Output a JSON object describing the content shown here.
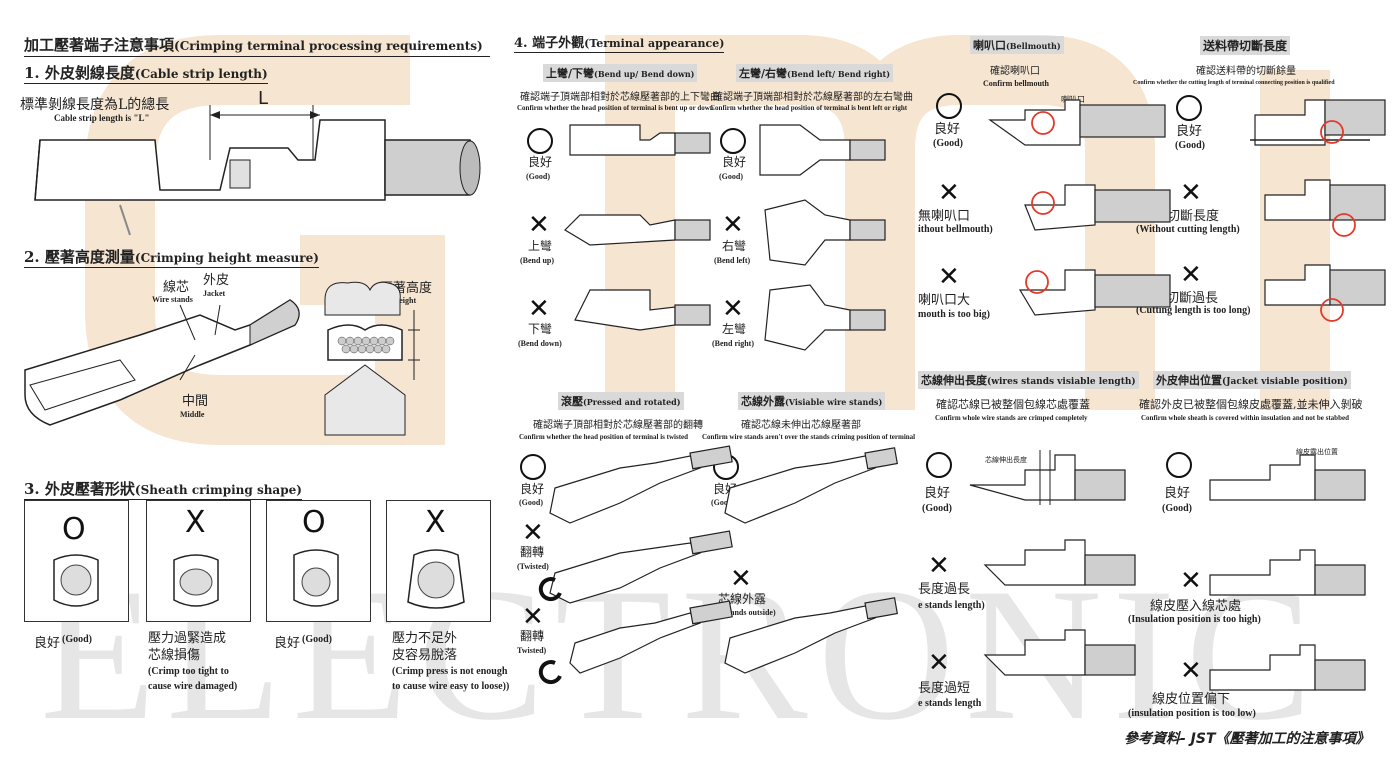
{
  "watermark": {
    "top": "GM",
    "bottom": "ELECTRONIC"
  },
  "main_title": {
    "zh": "加工壓著端子注意事項",
    "en": "(Crimping terminal processing requirements)"
  },
  "s1": {
    "title_zh": "1. 外皮剝線長度",
    "title_en": "(Cable strip length)",
    "desc_zh": "標準剝線長度為L的總長",
    "desc_en": "Cable strip length is \"L\"",
    "dim": "L"
  },
  "s2": {
    "title_zh": "2. 壓著高度測量",
    "title_en": "(Crimping height measure)",
    "wire_zh": "線芯",
    "wire_en": "Wire stands",
    "jacket_zh": "外皮",
    "jacket_en": "Jacket",
    "middle_zh": "中間",
    "middle_en": "Middle",
    "height_zh": "壓著高度",
    "height_en": "Height"
  },
  "s3": {
    "title_zh": "3. 外皮壓著形狀",
    "title_en": "(Sheath crimping shape)",
    "items": [
      {
        "mark": "O",
        "zh": "良好",
        "en": "(Good)",
        "en2": ""
      },
      {
        "mark": "X",
        "zh": "壓力過緊造成\n芯線損傷",
        "en": "(Crimp too tight to",
        "en2": "cause wire damaged)"
      },
      {
        "mark": "O",
        "zh": "良好",
        "en": "(Good)",
        "en2": ""
      },
      {
        "mark": "X",
        "zh": "壓力不足外\n皮容易脫落",
        "en": "(Crimp press is not enough",
        "en2": "to cause wire easy to loose))"
      }
    ]
  },
  "s4": {
    "title_zh": "4. 端子外觀",
    "title_en": "(Terminal appearance)",
    "bend_ud": {
      "bar_zh": "上彎/下彎",
      "bar_en": "(Bend up/ Bend down)",
      "desc_zh": "確認端子頂端部相對於芯線壓著部的上下彎曲",
      "desc_en": "Confirm whether the head position of terminal is bent up or down",
      "items": [
        {
          "zh": "良好",
          "en": "(Good)"
        },
        {
          "zh": "上彎",
          "en": "(Bend up)"
        },
        {
          "zh": "下彎",
          "en": "(Bend down)"
        }
      ]
    },
    "bend_lr": {
      "bar_zh": "左彎/右彎",
      "bar_en": "(Bend left/ Bend right)",
      "desc_zh": "確認端子頂端部相對於芯線壓著部的左右彎曲",
      "desc_en": "Confirm whether the head position of terminal is bent left or right",
      "items": [
        {
          "zh": "良好",
          "en": "(Good)"
        },
        {
          "zh": "右彎",
          "en": "(Bend left)"
        },
        {
          "zh": "左彎",
          "en": "(Bend right)"
        }
      ]
    },
    "twist": {
      "bar_zh": "滾壓",
      "bar_en": "(Pressed and rotated)",
      "desc_zh": "確認端子頂部相對於芯線壓著部的翻轉",
      "desc_en": "Confirm whether the head position of terminal is twisted",
      "items": [
        {
          "zh": "良好",
          "en": "(Good)"
        },
        {
          "zh": "翻轉",
          "en": "(Twisted)"
        },
        {
          "zh": "翻轉",
          "en": "Twisted)"
        }
      ]
    },
    "visible": {
      "bar_zh": "芯線外露",
      "bar_en": "(Visiable wire stands)",
      "desc_zh": "確認芯線未伸出芯線壓著部",
      "desc_en": "Confirm wire stands aren't over the stands criming position of terminal",
      "items": [
        {
          "zh": "良好",
          "en": "(Good)"
        },
        {
          "zh": "芯線外露",
          "en": "(Wire stands outside)"
        }
      ]
    }
  },
  "bellmouth": {
    "bar_zh": "喇叭口",
    "bar_en": "(Bellmouth)",
    "desc_zh": "確認喇叭口",
    "desc_en": "Confirm bellmouth",
    "callout": "喇叭口",
    "items": [
      {
        "zh": "良好",
        "en": "(Good)"
      },
      {
        "zh": "無喇叭口",
        "en": "ithout bellmouth)"
      },
      {
        "zh": "喇叭口大",
        "en": "mouth is too big)"
      }
    ]
  },
  "cutting": {
    "bar_zh": "送料帶切斷長度",
    "desc_zh": "確認送料帶的切斷餘量",
    "desc_en": "Confirm whether the cutting length of terminal connecting position is qualified",
    "items": [
      {
        "zh": "良好",
        "en": "(Good)"
      },
      {
        "zh": "無切斷長度",
        "en": "(Without cutting length)"
      },
      {
        "zh": "切斷過長",
        "en": "(Cutting length is too long)"
      }
    ]
  },
  "wirelen": {
    "bar_zh": "芯線伸出長度",
    "bar_en": "(wires stands visiable length)",
    "desc_zh": "確認芯線已被整個包線芯處覆蓋",
    "desc_en": "Confirm whole wire stands are crimped completely",
    "callout": "芯線伸出長度",
    "items": [
      {
        "zh": "良好",
        "en": "(Good)"
      },
      {
        "zh": "長度過長",
        "en": "e stands length)"
      },
      {
        "zh": "長度過短",
        "en": "e stands length"
      }
    ]
  },
  "jacketpos": {
    "bar_zh": "外皮伸出位置",
    "bar_en": "(Jacket visiable position)",
    "desc_zh": "確認外皮已被整個包線皮處覆蓋,並未伸入剝破",
    "desc_en": "Confirm whole sheath is covered within insulation and not be stabbed",
    "callout": "線皮露出位置",
    "items": [
      {
        "zh": "良好",
        "en": "(Good)"
      },
      {
        "zh": "線皮壓入線芯處",
        "en": "(Insulation position is too high)"
      },
      {
        "zh": "線皮位置偏下",
        "en": "(insulation position is too low)"
      }
    ]
  },
  "footer": "參考資料- JST《壓著加工的注意事項》"
}
